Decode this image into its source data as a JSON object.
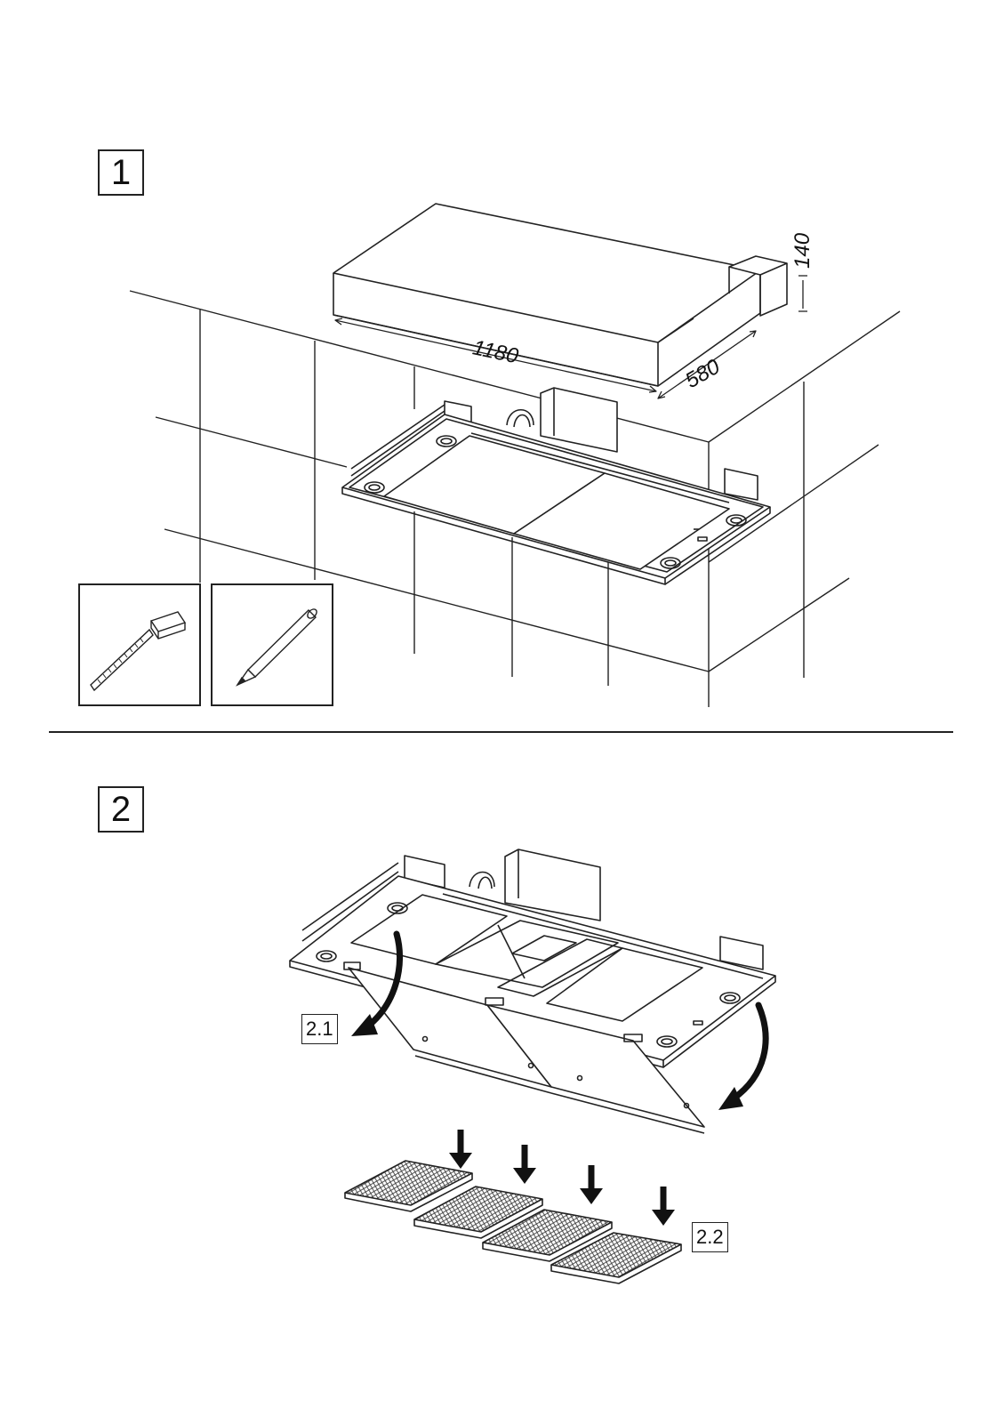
{
  "steps": [
    {
      "label": "1"
    },
    {
      "label": "2"
    }
  ],
  "dimensions": {
    "length": "1180",
    "depth": "580",
    "height": "140"
  },
  "sublabels": {
    "step_2_1": "2.1",
    "step_2_2": "2.2"
  },
  "tools": [
    "tape-measure-icon",
    "pencil-icon"
  ]
}
